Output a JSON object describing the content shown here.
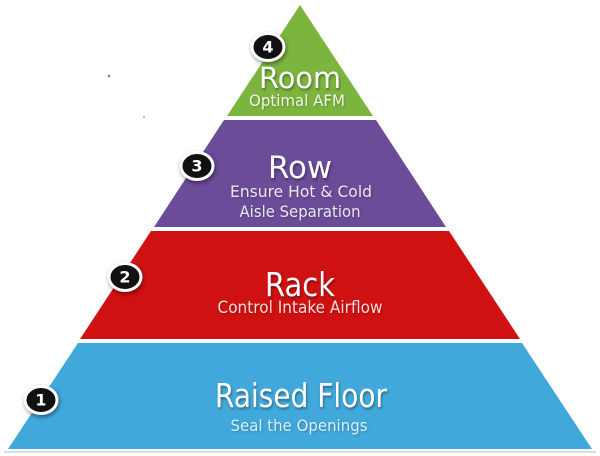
{
  "pyramid": {
    "title_color": "#ffffff",
    "levels": [
      {
        "number": "4",
        "title": "Room",
        "subtitles": [
          "Optimal AFM"
        ],
        "color": "#7cb53e",
        "subtitle_color": "#f1f6e8"
      },
      {
        "number": "3",
        "title": "Row",
        "subtitles": [
          "Ensure Hot & Cold",
          "Aisle Separation"
        ],
        "color": "#6b4c99",
        "subtitle_color": "#ece8f4"
      },
      {
        "number": "2",
        "title": "Rack",
        "subtitles": [
          "Control Intake Airflow"
        ],
        "color": "#d01111",
        "subtitle_color": "#f7dbd9"
      },
      {
        "number": "1",
        "title": "Raised Floor",
        "subtitles": [
          "Seal the Openings"
        ],
        "color": "#41a8db",
        "subtitle_color": "#ddf0fa"
      }
    ],
    "badge": {
      "fill": "#111111",
      "ring_color": "#ffffff",
      "number_color": "#ffffff"
    }
  }
}
